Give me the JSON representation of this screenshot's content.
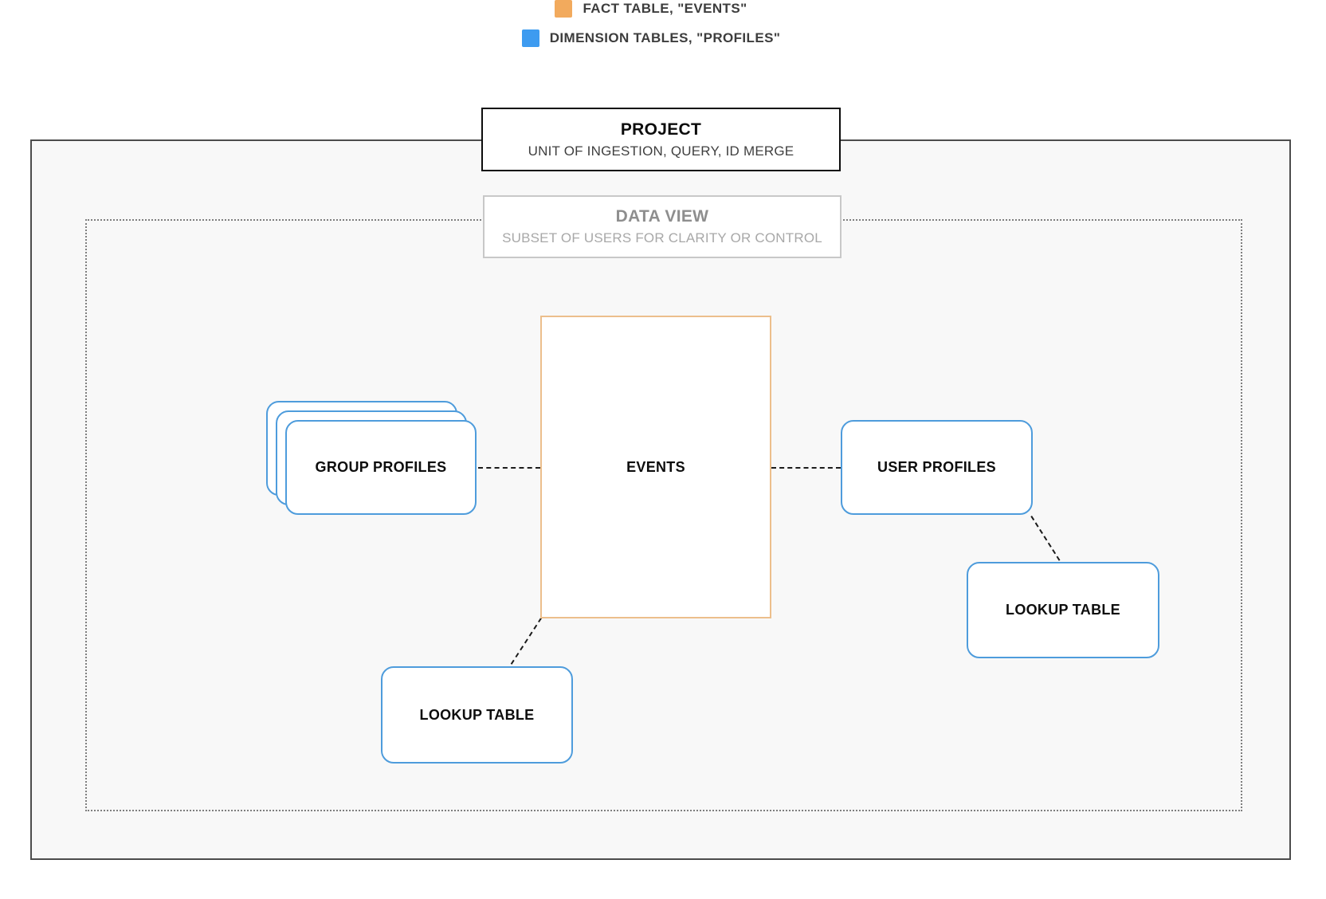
{
  "legend": {
    "items": [
      {
        "name": "fact-table",
        "label": "FACT TABLE, \"EVENTS\"",
        "swatch_color": "#F2AA5D"
      },
      {
        "name": "dimension-tables",
        "label": "DIMENSION TABLES, \"PROFILES\"",
        "swatch_color": "#3D9BF0"
      }
    ]
  },
  "project": {
    "title": "PROJECT",
    "subtitle": "UNIT OF INGESTION, QUERY, ID MERGE"
  },
  "data_view": {
    "title": "DATA VIEW",
    "subtitle": "SUBSET OF USERS FOR CLARITY OR CONTROL"
  },
  "nodes": {
    "events": {
      "label": "EVENTS",
      "border_color": "#ECBF8C"
    },
    "group_profiles": {
      "label": "GROUP PROFILES",
      "border_color": "#4E9CDC",
      "stack_count": 3
    },
    "user_profiles": {
      "label": "USER PROFILES",
      "border_color": "#4E9CDC"
    },
    "lookup_table_right": {
      "label": "LOOKUP TABLE",
      "border_color": "#4E9CDC"
    },
    "lookup_table_bottom": {
      "label": "LOOKUP TABLE",
      "border_color": "#4E9CDC"
    }
  },
  "connectors": [
    {
      "from": "group_profiles",
      "to": "events",
      "style": "dashed"
    },
    {
      "from": "events",
      "to": "user_profiles",
      "style": "dashed"
    },
    {
      "from": "user_profiles",
      "to": "lookup_table_right",
      "style": "dashed"
    },
    {
      "from": "events",
      "to": "lookup_table_bottom",
      "style": "dashed"
    }
  ],
  "colors": {
    "outer_container_border": "#4c4c4c",
    "outer_container_background": "#f8f8f8",
    "dotted_region_border": "#7e7e7e",
    "connector": "#1b1b1b",
    "fact_accent": "#F2AA5D",
    "dimension_accent": "#3D9BF0"
  }
}
